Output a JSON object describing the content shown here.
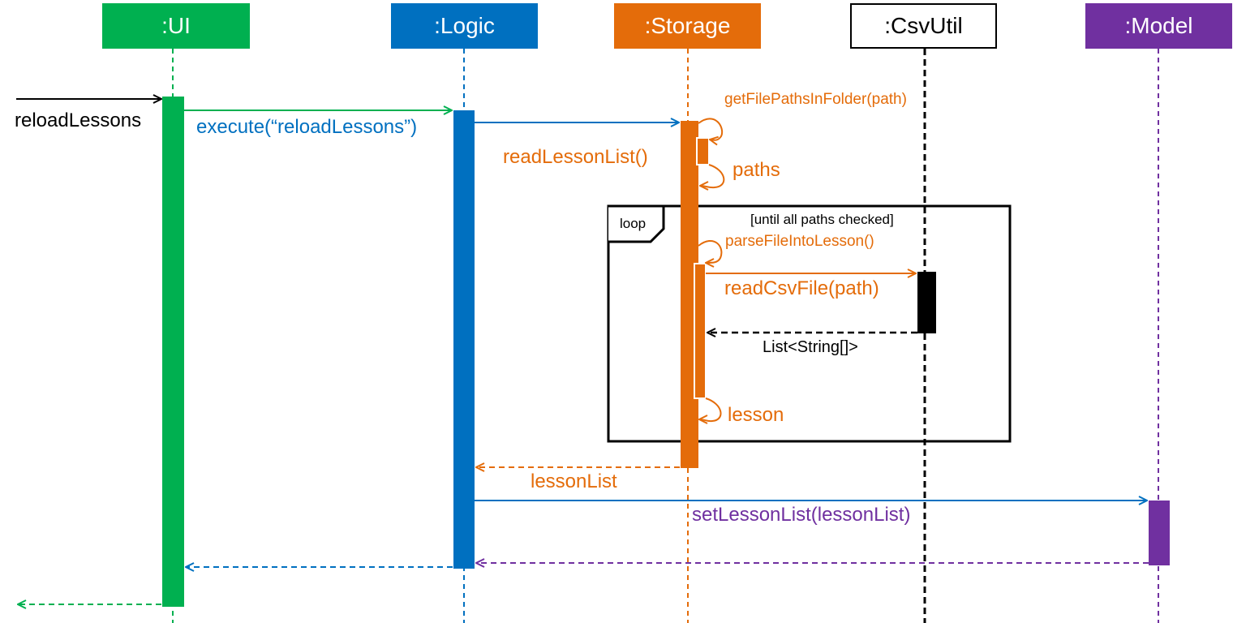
{
  "colors": {
    "ui": "#00b050",
    "logic": "#0070c0",
    "storage": "#e46c0a",
    "csvutil": "#000000",
    "model": "#7030a0"
  },
  "participants": {
    "ui": ":UI",
    "logic": ":Logic",
    "storage": ":Storage",
    "csvutil": ":CsvUtil",
    "model": ":Model"
  },
  "messages": {
    "reload_lessons": "reloadLessons",
    "execute": "execute(“reloadLessons”)",
    "read_lesson_list": "readLessonList()",
    "get_file_paths": "getFilePathsInFolder(path)",
    "paths": "paths",
    "parse_file": "parseFileIntoLesson()",
    "read_csv": "readCsvFile(path)",
    "list_string": "List<String[]>",
    "lesson": "lesson",
    "lesson_list": "lessonList",
    "set_lesson_list": "setLessonList(lessonList)"
  },
  "loop_fragment": {
    "operator": "loop",
    "guard": "[until all paths checked]"
  }
}
